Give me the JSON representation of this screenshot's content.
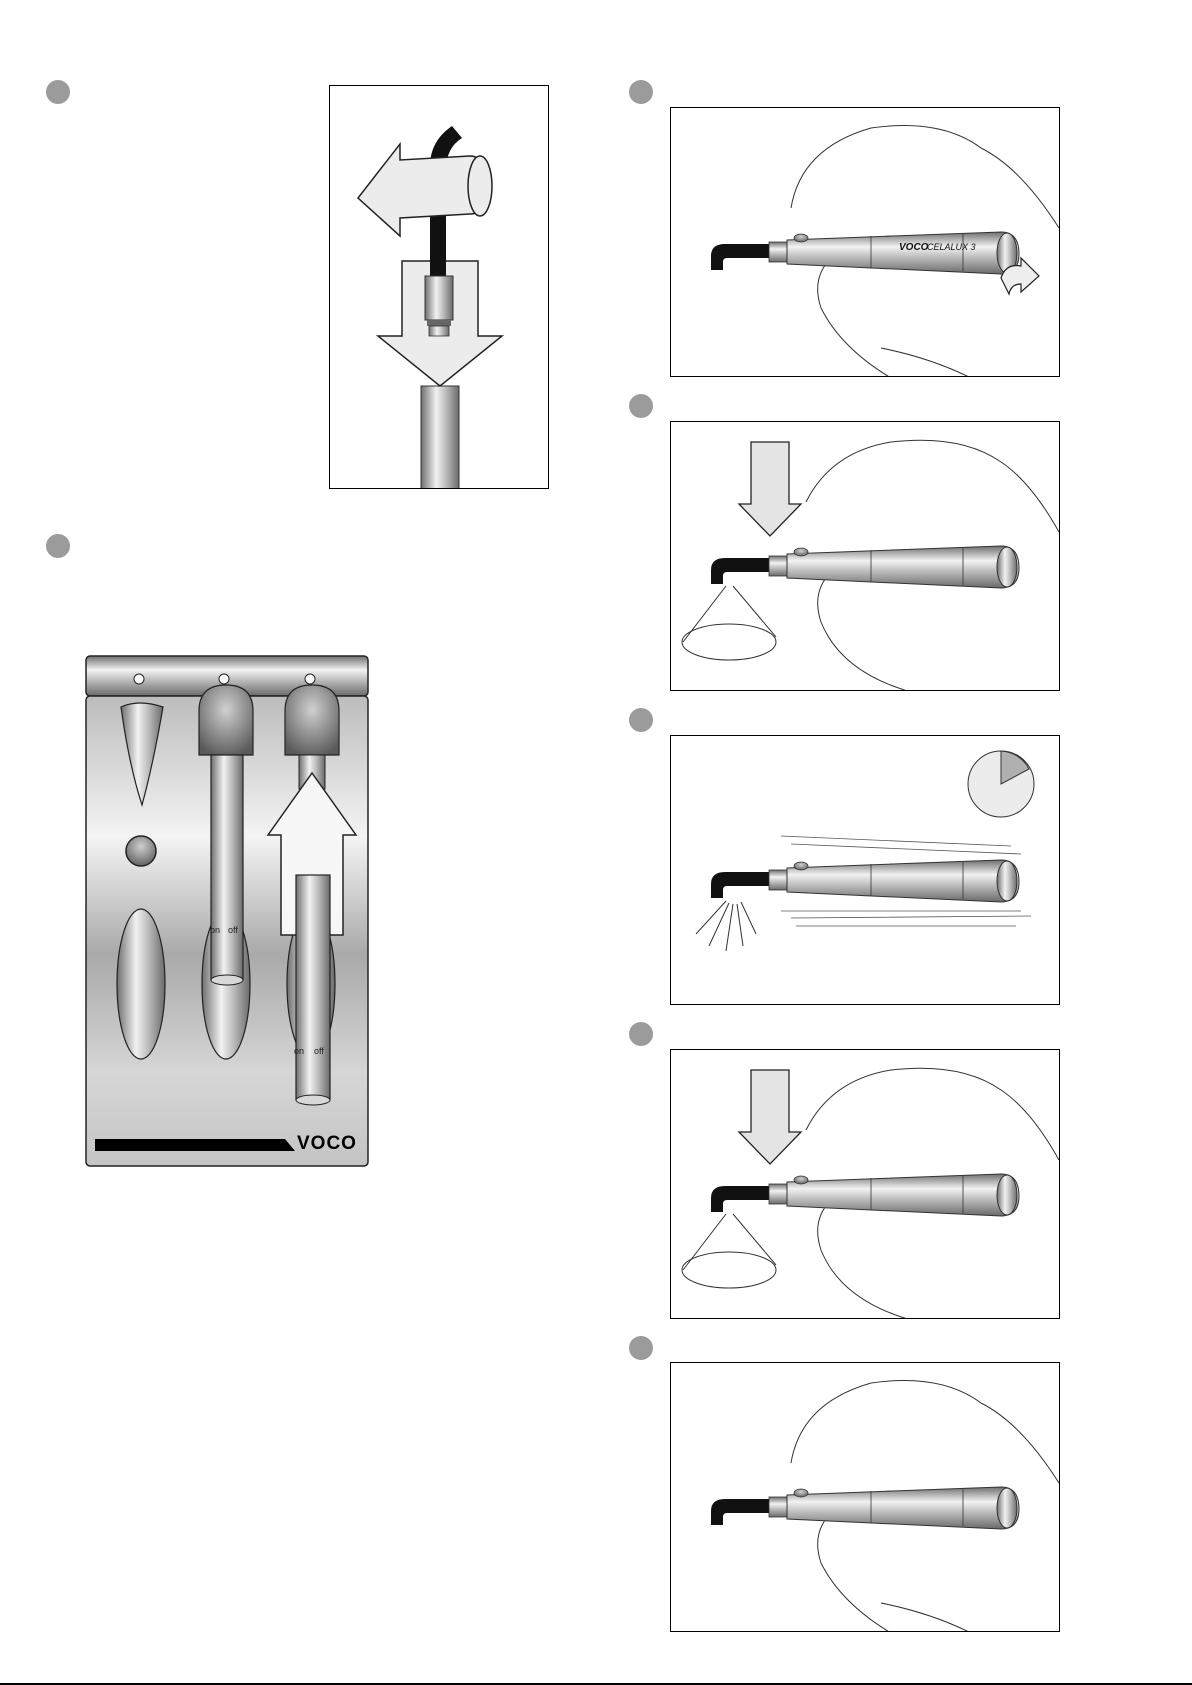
{
  "holder": {
    "brand_text": "VOCO",
    "lightguide_labels": [
      {
        "on": "on",
        "off": "off"
      },
      {
        "on": "on",
        "off": "off"
      }
    ]
  },
  "device": {
    "brand_text": "VOCO",
    "model_text": "CELALUX 3"
  },
  "colors": {
    "step_marker": "#9b9b9b",
    "panel_border": "#000000",
    "metal_light": "#e8e8e8",
    "metal_dark": "#8a8a8a",
    "light_guide": "#111111"
  }
}
